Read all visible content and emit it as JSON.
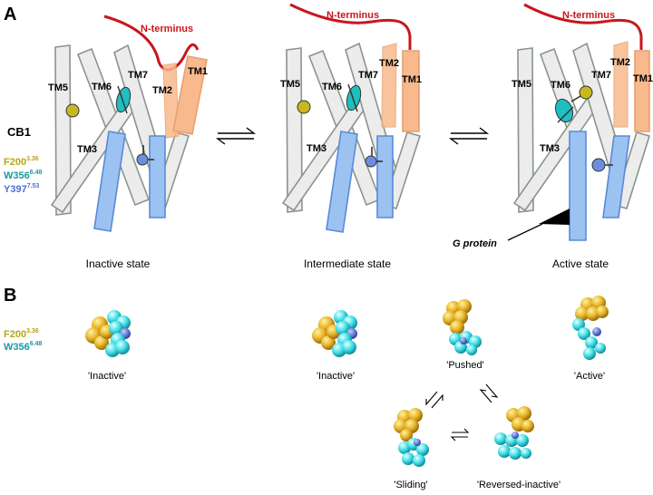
{
  "panel_a": {
    "letter": "A",
    "receptor": "CB1",
    "n_terminus": "N-terminus",
    "helices": {
      "tm1": "TM1",
      "tm2": "TM2",
      "tm3": "TM3",
      "tm5": "TM5",
      "tm6": "TM6",
      "tm7": "TM7"
    },
    "legend": [
      {
        "name": "F200",
        "sup": "3.36",
        "color": "#b8a614"
      },
      {
        "name": "W356",
        "sup": "6.48",
        "color": "#1a9aa0"
      },
      {
        "name": "Y397",
        "sup": "7.53",
        "color": "#4f6fd0"
      }
    ],
    "states": [
      "Inactive state",
      "Intermediate state",
      "Active state"
    ],
    "g_protein": "G protein"
  },
  "panel_b": {
    "letter": "B",
    "legend": [
      {
        "name": "F200",
        "sup": "3.36",
        "color": "#b8a614"
      },
      {
        "name": "W356",
        "sup": "6.48",
        "color": "#1a9aa0"
      }
    ],
    "conformers": [
      "'Inactive'",
      "'Inactive'",
      "'Pushed'",
      "'Active'",
      "'Sliding'",
      "'Reversed-inactive'"
    ]
  },
  "colors": {
    "helix_grey": "#ececec",
    "helix_blue": "#9cc2f2",
    "helix_orange": "#f8b98c",
    "n_terminus": "#c8161d",
    "phe_yellow": "#e8b52a",
    "trp_cyan": "#40e0e8",
    "tyr_blue": "#6d8ee0"
  }
}
